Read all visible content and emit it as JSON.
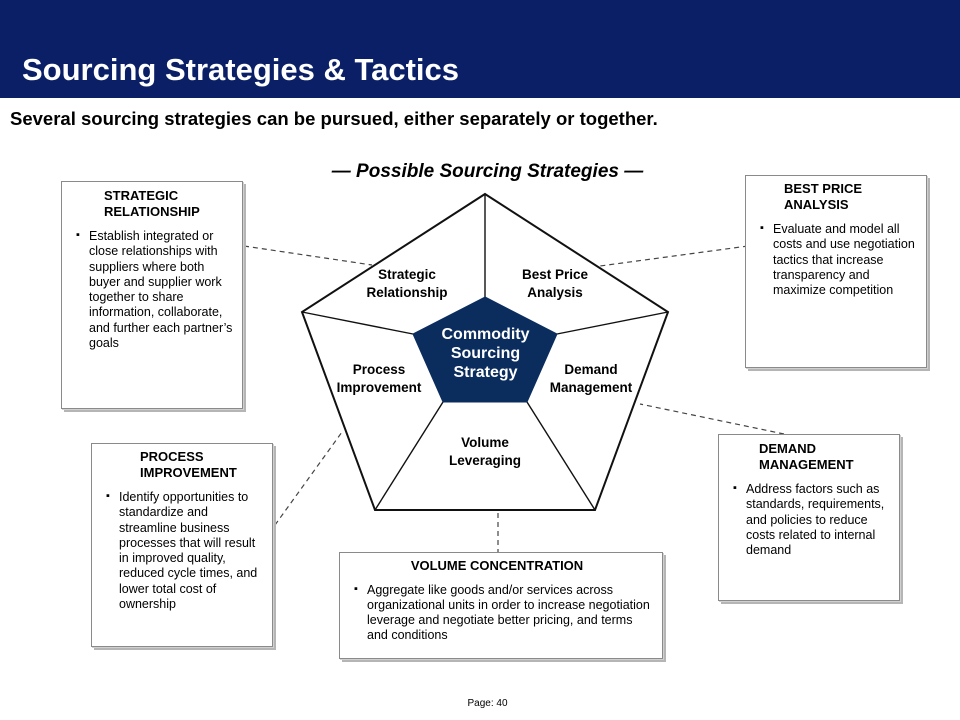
{
  "header": {
    "title": "Sourcing Strategies & Tactics",
    "subtitle": "Several sourcing strategies can be pursued, either separately or together."
  },
  "diagram": {
    "heading": "—  Possible Sourcing Strategies —",
    "center": "Commodity Sourcing Strategy",
    "segments": {
      "strategic_relationship": "Strategic Relationship",
      "best_price_analysis": "Best Price Analysis",
      "process_improvement": "Process Improvement",
      "demand_management": "Demand Management",
      "volume_leveraging": "Volume Leveraging"
    }
  },
  "boxes": {
    "strategic_relationship": {
      "title": "STRATEGIC RELATIONSHIP",
      "bullets": [
        "Establish integrated or close relationships with suppliers where both buyer and supplier work together to share information, collaborate, and further each partner’s goals"
      ]
    },
    "best_price_analysis": {
      "title": "BEST PRICE ANALYSIS",
      "bullets": [
        "Evaluate and model all costs and use negotiation tactics that increase transparency and maximize competition"
      ]
    },
    "process_improvement": {
      "title": "PROCESS IMPROVEMENT",
      "bullets": [
        "Identify opportunities to standardize and streamline business processes that will result in improved quality, reduced cycle times, and lower total cost of ownership"
      ]
    },
    "demand_management": {
      "title": "DEMAND MANAGEMENT",
      "bullets": [
        "Address factors such as standards, requirements, and policies to reduce costs related to internal demand"
      ]
    },
    "volume_concentration": {
      "title": "VOLUME CONCENTRATION",
      "bullets": [
        "Aggregate like goods and/or services across organizational units  in order to increase negotiation leverage and negotiate better pricing, and terms and conditions"
      ]
    }
  },
  "footer": {
    "page": "Page: 40"
  },
  "colors": {
    "header_bg": "#0a1f66",
    "center_fill": "#0b2d5e"
  }
}
